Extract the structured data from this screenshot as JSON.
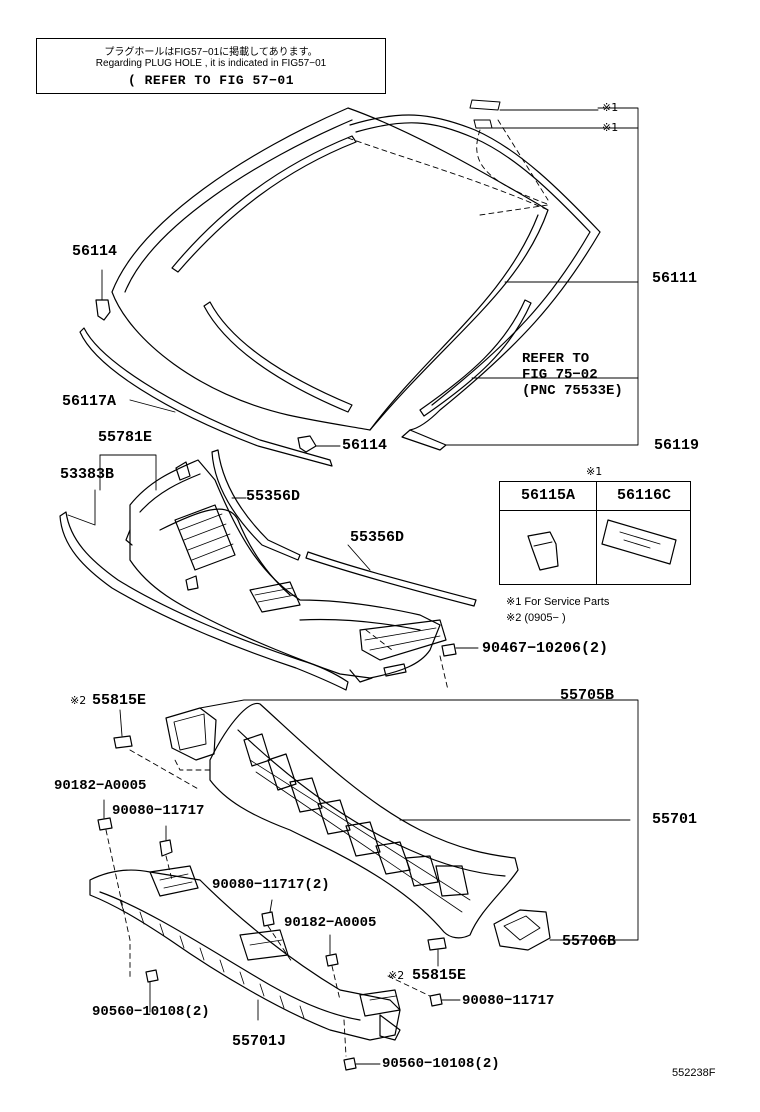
{
  "note": {
    "line1": "プラグホールはFIG57−01に掲載してあります。",
    "line2": "Regarding PLUG HOLE , it is indicated in FIG57−01",
    "line3": "( REFER TO FIG 57−01"
  },
  "labels": {
    "p56114_a": "56114",
    "p56114_b": "56114",
    "p56111": "56111",
    "p56117a": "56117A",
    "p56119": "56119",
    "refer1": "REFER TO",
    "refer2": "FIG 75−02",
    "refer3": "(PNC 75533E)",
    "mark1_top": "※1",
    "mark1_mid": "※1",
    "p55781e": "55781E",
    "p53383b": "53383B",
    "p55356d_a": "55356D",
    "p55356d_b": "55356D",
    "p90467": "90467−10206(2)",
    "p55815e_a": "55815E",
    "p55815e_b": "55815E",
    "mark2_a": "※2",
    "mark2_b": "※2",
    "p55705b": "55705B",
    "p90182_a": "90182−A0005",
    "p90080_a": "90080−11717",
    "p55701": "55701",
    "p90080_b": "90080−11717(2)",
    "p90182_b": "90182−A0005",
    "p55706b": "55706B",
    "p90560_a": "90560−10108(2)",
    "p90080_c": "90080−11717",
    "p55701j": "55701J",
    "p90560_b": "90560−10108(2)",
    "fig_code": "552238F"
  },
  "service_table": {
    "mark": "※1",
    "col1": "56115A",
    "col2": "56116C"
  },
  "legend": {
    "line1": "※1 For Service Parts",
    "line2": "※2 (0905−      )"
  }
}
